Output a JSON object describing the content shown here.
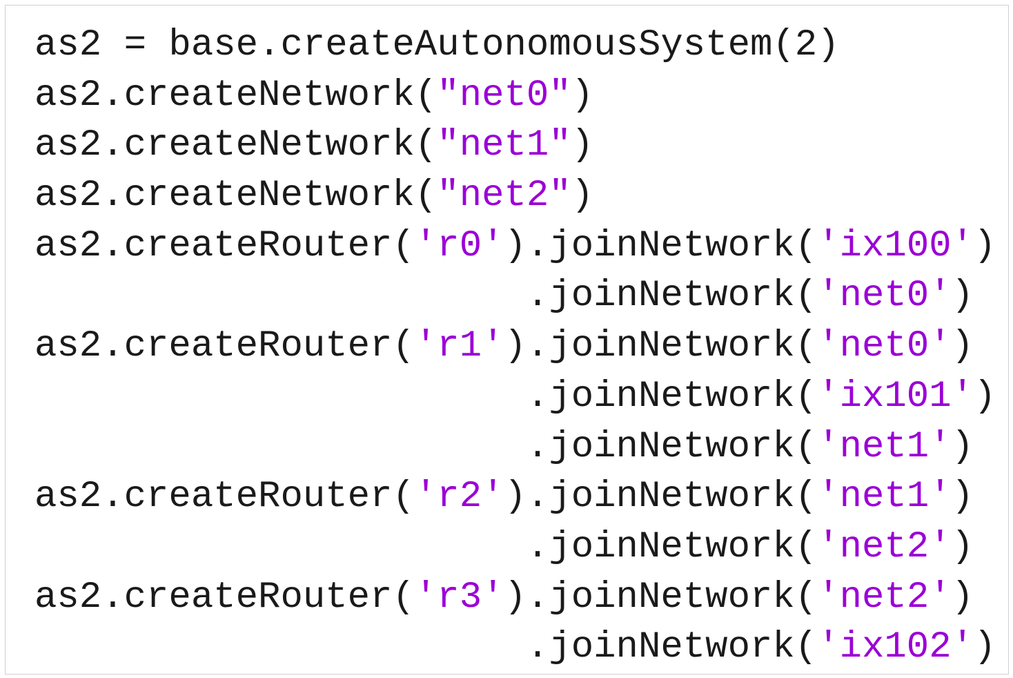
{
  "colors": {
    "text": "#1a1a1a",
    "string": "#9b00d6"
  },
  "lines": [
    [
      {
        "t": "as2 = base.createAutonomousSystem(2)",
        "k": "plain"
      }
    ],
    [
      {
        "t": "as2.createNetwork(",
        "k": "plain"
      },
      {
        "t": "\"net0\"",
        "k": "str"
      },
      {
        "t": ")",
        "k": "plain"
      }
    ],
    [
      {
        "t": "as2.createNetwork(",
        "k": "plain"
      },
      {
        "t": "\"net1\"",
        "k": "str"
      },
      {
        "t": ")",
        "k": "plain"
      }
    ],
    [
      {
        "t": "as2.createNetwork(",
        "k": "plain"
      },
      {
        "t": "\"net2\"",
        "k": "str"
      },
      {
        "t": ")",
        "k": "plain"
      }
    ],
    [
      {
        "t": "as2.createRouter(",
        "k": "plain"
      },
      {
        "t": "′r0′",
        "k": "str"
      },
      {
        "t": ").joinNetwork(",
        "k": "plain"
      },
      {
        "t": "′ix100′",
        "k": "str"
      },
      {
        "t": ")",
        "k": "plain"
      }
    ],
    [
      {
        "t": "                      .joinNetwork(",
        "k": "plain"
      },
      {
        "t": "′net0′",
        "k": "str"
      },
      {
        "t": ")",
        "k": "plain"
      }
    ],
    [
      {
        "t": "as2.createRouter(",
        "k": "plain"
      },
      {
        "t": "′r1′",
        "k": "str"
      },
      {
        "t": ").joinNetwork(",
        "k": "plain"
      },
      {
        "t": "′net0′",
        "k": "str"
      },
      {
        "t": ")",
        "k": "plain"
      }
    ],
    [
      {
        "t": "                      .joinNetwork(",
        "k": "plain"
      },
      {
        "t": "′ix101′",
        "k": "str"
      },
      {
        "t": ")",
        "k": "plain"
      }
    ],
    [
      {
        "t": "                      .joinNetwork(",
        "k": "plain"
      },
      {
        "t": "′net1′",
        "k": "str"
      },
      {
        "t": ")",
        "k": "plain"
      }
    ],
    [
      {
        "t": "as2.createRouter(",
        "k": "plain"
      },
      {
        "t": "′r2′",
        "k": "str"
      },
      {
        "t": ").joinNetwork(",
        "k": "plain"
      },
      {
        "t": "′net1′",
        "k": "str"
      },
      {
        "t": ")",
        "k": "plain"
      }
    ],
    [
      {
        "t": "                      .joinNetwork(",
        "k": "plain"
      },
      {
        "t": "′net2′",
        "k": "str"
      },
      {
        "t": ")",
        "k": "plain"
      }
    ],
    [
      {
        "t": "as2.createRouter(",
        "k": "plain"
      },
      {
        "t": "′r3′",
        "k": "str"
      },
      {
        "t": ").joinNetwork(",
        "k": "plain"
      },
      {
        "t": "′net2′",
        "k": "str"
      },
      {
        "t": ")",
        "k": "plain"
      }
    ],
    [
      {
        "t": "                      .joinNetwork(",
        "k": "plain"
      },
      {
        "t": "′ix102′",
        "k": "str"
      },
      {
        "t": ")",
        "k": "plain"
      }
    ]
  ]
}
